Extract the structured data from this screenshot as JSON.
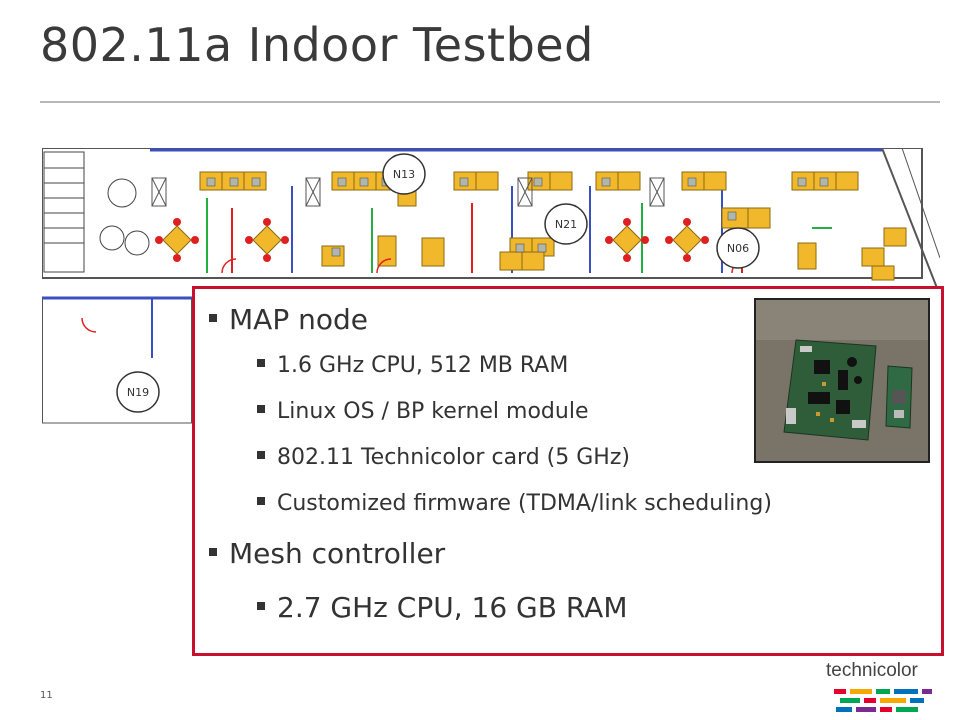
{
  "slide": {
    "title": "802.11a Indoor Testbed",
    "number": "11"
  },
  "floorplan": {
    "nodes": [
      {
        "label": "N13"
      },
      {
        "label": "N21"
      },
      {
        "label": "N06"
      },
      {
        "label": "N19"
      }
    ]
  },
  "panel": {
    "items": [
      {
        "text": "MAP node",
        "level": 1
      },
      {
        "text": "1.6 GHz CPU, 512 MB RAM",
        "level": 2
      },
      {
        "text": "Linux OS / BP kernel module",
        "level": 2
      },
      {
        "text": "802.11 Technicolor card (5 GHz)",
        "level": 2
      },
      {
        "text": "Customized firmware (TDMA/link scheduling)",
        "level": 2
      },
      {
        "text": "Mesh controller",
        "level": 1
      },
      {
        "text": "2.7 GHz CPU, 16 GB RAM",
        "level": 2
      }
    ]
  },
  "logo": {
    "text": "technicolor",
    "colors": [
      "#e4002b",
      "#f7a800",
      "#00a651",
      "#0072bc",
      "#7b2b8f"
    ]
  }
}
